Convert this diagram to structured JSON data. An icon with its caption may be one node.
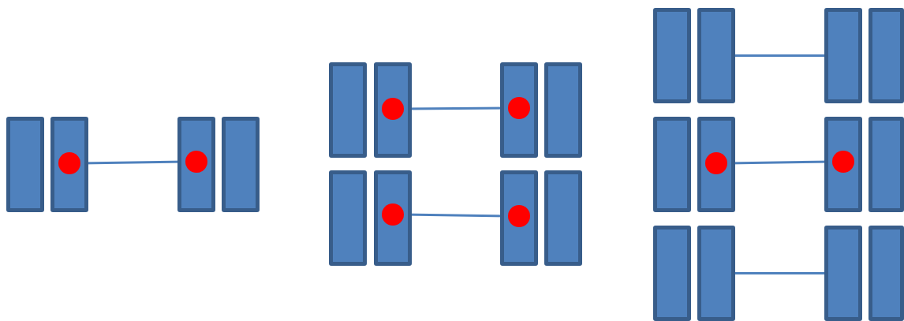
{
  "diagram": {
    "nodes": [
      {
        "text": [],
        "shape": "bar"
      },
      {
        "text": [],
        "shape": "bar"
      },
      {
        "text": [],
        "shape": "circle",
        "in": 1
      },
      {
        "text": [],
        "shape": "bar"
      },
      {
        "text": [],
        "shape": "circle",
        "in": 3
      },
      {
        "text": [],
        "shape": "bar"
      },
      {
        "text": [],
        "shape": "bar"
      },
      {
        "text": [],
        "shape": "bar"
      },
      {
        "text": [],
        "shape": "circle",
        "in": 7
      },
      {
        "text": [],
        "shape": "bar"
      },
      {
        "text": [],
        "shape": "circle",
        "in": 9
      },
      {
        "text": [],
        "shape": "bar"
      },
      {
        "text": [],
        "shape": "bar"
      },
      {
        "text": [],
        "shape": "bar"
      },
      {
        "text": [],
        "shape": "circle",
        "in": 13
      },
      {
        "text": [],
        "shape": "bar"
      },
      {
        "text": [],
        "shape": "circle",
        "in": 15
      },
      {
        "text": [],
        "shape": "bar"
      },
      {
        "text": [],
        "shape": "bar"
      },
      {
        "text": [],
        "shape": "bar"
      },
      {
        "text": [],
        "shape": "bar"
      },
      {
        "text": [],
        "shape": "bar"
      },
      {
        "text": [],
        "shape": "bar"
      },
      {
        "text": [],
        "shape": "bar"
      },
      {
        "text": [],
        "shape": "circle",
        "in": 23
      },
      {
        "text": [],
        "shape": "bar"
      },
      {
        "text": [],
        "shape": "circle",
        "in": 25
      },
      {
        "text": [],
        "shape": "bar"
      },
      {
        "text": [],
        "shape": "bar"
      },
      {
        "text": [],
        "shape": "bar"
      },
      {
        "text": [],
        "shape": "bar"
      },
      {
        "text": [],
        "shape": "bar"
      }
    ],
    "edges": [
      {
        "from": 2,
        "to": 4,
        "arrow": "none"
      },
      {
        "from": 8,
        "to": 10,
        "arrow": "none"
      },
      {
        "from": 14,
        "to": 16,
        "arrow": "none"
      },
      {
        "from": 19,
        "to": 20,
        "arrow": "none"
      },
      {
        "from": 24,
        "to": 26,
        "arrow": "none"
      },
      {
        "from": 29,
        "to": 30,
        "arrow": "none"
      }
    ]
  }
}
